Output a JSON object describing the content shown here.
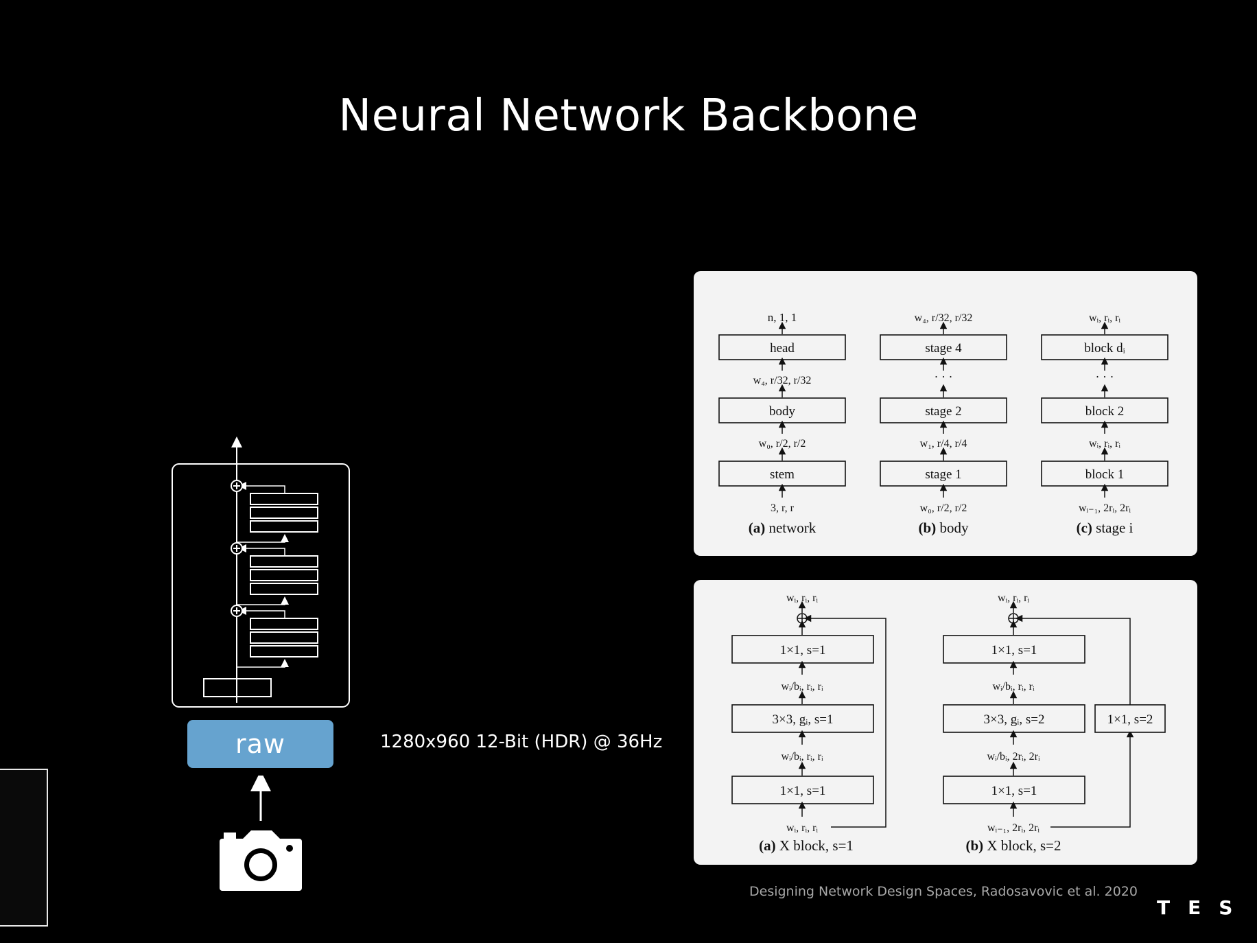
{
  "slide": {
    "title": "Neural Network Backbone",
    "raw_label": "raw",
    "sensor_spec": "1280x960 12-Bit (HDR) @ 36Hz",
    "citation": "Designing Network Design Spaces, Radosavovic et al. 2020",
    "logo": "TES"
  },
  "diagram_top": {
    "network": {
      "top_label": "n, 1, 1",
      "head": "head",
      "mid_upper": "w₄, r/32, r/32",
      "body": "body",
      "mid_lower": "w₀, r/2, r/2",
      "stem": "stem",
      "input": "3, r, r",
      "caption_letter": "(a)",
      "caption_text": " network"
    },
    "body": {
      "top_label": "w₄, r/32, r/32",
      "stage4": "stage 4",
      "dots": "· · ·",
      "stage2": "stage 2",
      "mid_lower": "w₁, r/4, r/4",
      "stage1": "stage 1",
      "input": "w₀, r/2, r/2",
      "caption_letter": "(b)",
      "caption_text": " body"
    },
    "stage": {
      "top_label": "wᵢ, rᵢ, rᵢ",
      "blockd": "block dᵢ",
      "dots": "· · ·",
      "block2": "block 2",
      "mid_lower": "wᵢ, rᵢ, rᵢ",
      "block1": "block 1",
      "input": "wᵢ₋₁, 2rᵢ, 2rᵢ",
      "caption_letter": "(c)",
      "caption_text": " stage i"
    }
  },
  "diagram_bottom": {
    "block_s1": {
      "top_label": "wᵢ, rᵢ, rᵢ",
      "conv_top": "1×1, s=1",
      "mid_upper": "wᵢ/bᵢ, rᵢ, rᵢ",
      "conv_mid": "3×3, gᵢ, s=1",
      "mid_lower": "wᵢ/bᵢ, rᵢ, rᵢ",
      "conv_bot": "1×1, s=1",
      "input": "wᵢ, rᵢ, rᵢ",
      "caption_letter": "(a)",
      "caption_text": " X block, s=1"
    },
    "block_s2": {
      "top_label": "wᵢ, rᵢ, rᵢ",
      "conv_top": "1×1, s=1",
      "mid_upper": "wᵢ/bᵢ, rᵢ, rᵢ",
      "conv_mid": "3×3, gᵢ, s=2",
      "mid_lower": "wᵢ/bᵢ, 2rᵢ, 2rᵢ",
      "conv_bot": "1×1, s=1",
      "input": "wᵢ₋₁, 2rᵢ, 2rᵢ",
      "shortcut": "1×1, s=2",
      "caption_letter": "(b)",
      "caption_text": " X block, s=2"
    }
  }
}
